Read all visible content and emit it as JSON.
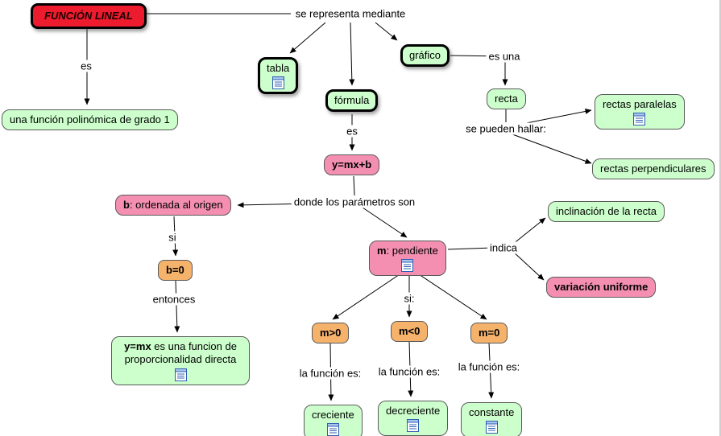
{
  "nodes": {
    "funcion_lineal": {
      "label": "FUNCIÓN LINEAL"
    },
    "polinomica": {
      "label": "una función polinómica de grado 1"
    },
    "tabla": {
      "label": "tabla"
    },
    "formula": {
      "label": "fórmula"
    },
    "grafico": {
      "label": "gráfico"
    },
    "recta": {
      "label": "recta"
    },
    "rectas_paralelas": {
      "label": "rectas paralelas"
    },
    "rectas_perpendiculares": {
      "label": "rectas perpendiculares"
    },
    "ymxb": {
      "label": "y=mx+b"
    },
    "b_ordenada": {
      "prefix": "b",
      "rest": ": ordenada al origen"
    },
    "m_pendiente": {
      "prefix": "m",
      "rest": ": pendiente"
    },
    "b0": {
      "label": "b=0"
    },
    "ymx": {
      "bold": "y=mx",
      "rest": " es una funcion de proporcionalidad directa"
    },
    "inclinacion": {
      "label": "inclinación de la recta"
    },
    "variacion": {
      "label": "variación uniforme"
    },
    "m_mayor": {
      "label": "m>0"
    },
    "m_menor": {
      "label": "m<0"
    },
    "m_igual": {
      "label": "m=0"
    },
    "creciente": {
      "label": "creciente"
    },
    "decreciente": {
      "label": "decreciente"
    },
    "constante": {
      "label": "constante"
    }
  },
  "links": {
    "se_representa": "se representa mediante",
    "es_izq": "es",
    "es_una": "es una",
    "se_pueden_hallar": "se pueden hallar:",
    "es_formula": "es",
    "donde_parametros": "donde los parámetros son",
    "si_b": "si",
    "entonces": "entonces",
    "indica": "indica",
    "si_m": "si:",
    "la_funcion_es_1": "la función es:",
    "la_funcion_es_2": "la función es:",
    "la_funcion_es_3": "la función es:"
  },
  "icons": {
    "resource_icon": "document-with-lines"
  },
  "colors": {
    "node_green": "#ccffcc",
    "node_pink": "#f48fb1",
    "node_orange": "#f5b26b",
    "node_red": "#ed1b2e",
    "edge": "#000000",
    "canvas": "#ffffff"
  }
}
